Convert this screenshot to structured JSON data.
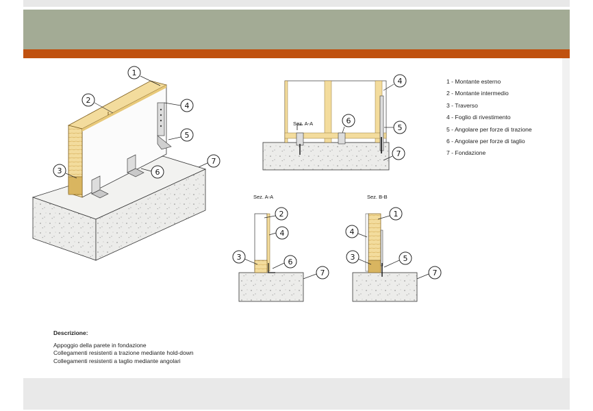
{
  "colors": {
    "header_bg": "#a3ab95",
    "accent_bar": "#c0510f",
    "wood": "#f3dc9d",
    "wood_dark": "#d9b560",
    "concrete": "#ececea",
    "footer_bg": "#e9e9e9"
  },
  "legend": [
    "1 - Montante esterno",
    "2 - Montante intermedio",
    "3 - Traverso",
    "4 - Foglio di rivestimento",
    "5 - Angolare per forze di trazione",
    "6 - Angolare per forze di taglio",
    "7 - Fondazione"
  ],
  "sections": {
    "aa": "Sez. A-A",
    "bb": "Sez. B-B",
    "small_aa": "Sez. A-A"
  },
  "callouts": {
    "iso": [
      "1",
      "2",
      "3",
      "4",
      "5",
      "6",
      "7"
    ],
    "elev": [
      "4",
      "5",
      "6",
      "7"
    ],
    "aa": [
      "2",
      "3",
      "4",
      "6",
      "7"
    ],
    "bb": [
      "1",
      "3",
      "4",
      "5",
      "7"
    ]
  },
  "description": {
    "title": "Descrizione:",
    "lines": [
      "Appoggio della parete in fondazione",
      "Collegamenti resistenti a trazione mediante hold-down",
      "Collegamenti resistenti a taglio mediante angolari"
    ]
  }
}
